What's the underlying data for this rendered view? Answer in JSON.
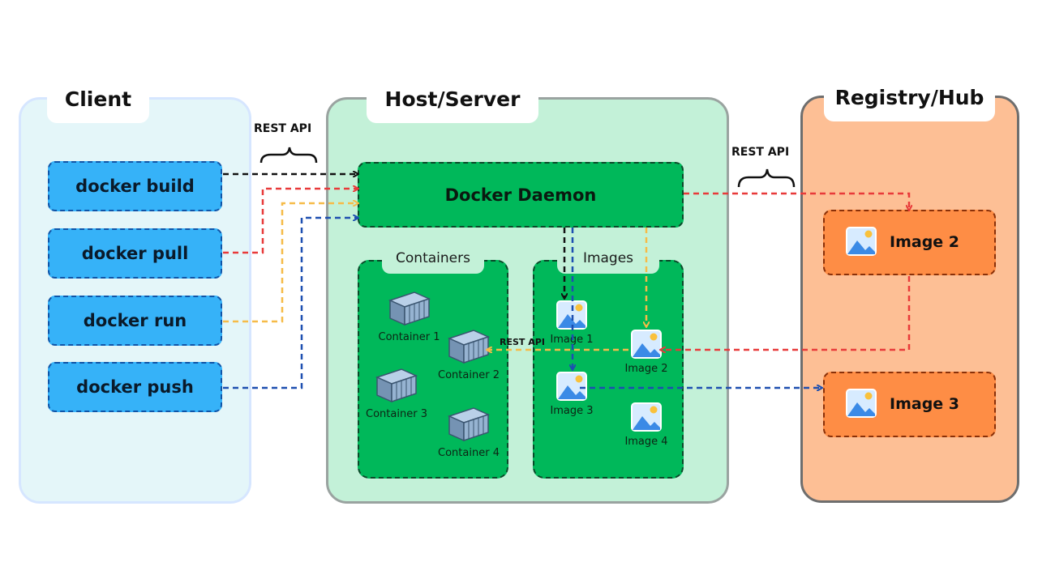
{
  "client": {
    "title": "Client",
    "commands": [
      "docker build",
      "docker pull",
      "docker run",
      "docker push"
    ]
  },
  "host": {
    "title": "Host/Server",
    "daemon": "Docker Daemon",
    "containers": {
      "title": "Containers",
      "items": [
        "Container 1",
        "Container 2",
        "Container 3",
        "Container 4"
      ]
    },
    "images": {
      "title": "Images",
      "items": [
        "Image 1",
        "Image 2",
        "Image 3",
        "Image 4"
      ]
    }
  },
  "registry": {
    "title": "Registry/Hub",
    "items": [
      "Image 2",
      "Image 3"
    ]
  },
  "labels": {
    "rest_api_client": "REST API",
    "rest_api_registry": "REST API",
    "rest_api_run": "REST API"
  },
  "colors": {
    "build_arrow": "#111111",
    "pull_arrow": "#e83a3a",
    "run_arrow": "#f6bb48",
    "push_arrow": "#1d4fb0"
  },
  "icons": {
    "container": "container-icon",
    "image": "image-icon"
  }
}
